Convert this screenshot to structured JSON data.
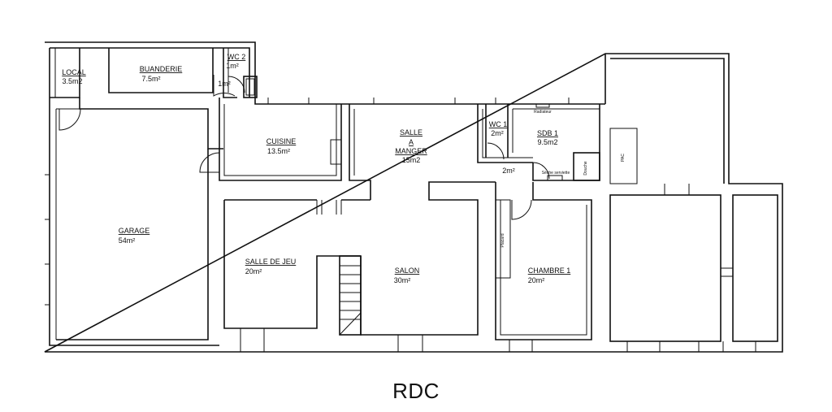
{
  "title": "RDC",
  "rooms": {
    "local": {
      "name": "LOCAL",
      "area": "3.5m2"
    },
    "buanderie": {
      "name": "BUANDERIE",
      "area": "7.5m²"
    },
    "wc2": {
      "name": "WC 2",
      "area": "1m²"
    },
    "passage1": {
      "area": "1m²"
    },
    "cuisine": {
      "name": "CUISINE",
      "area": "13.5m²"
    },
    "salle_a_manger": {
      "name1": "SALLE",
      "name2": "A",
      "name3": "MANGER",
      "area": "15m2"
    },
    "wc1": {
      "name": "WC 1",
      "area": "2m²"
    },
    "sdb1": {
      "name": "SDB 1",
      "area": "9.5m2"
    },
    "passage2": {
      "area": "2m²"
    },
    "garage": {
      "name": "GARAGE",
      "area": "54m²"
    },
    "salle_de_jeu": {
      "name": "SALLE DE JEU",
      "area": "20m²"
    },
    "salon": {
      "name": "SALON",
      "area": "30m²"
    },
    "chambre1": {
      "name": "CHAMBRE 1",
      "area": "20m²"
    }
  },
  "fixtures": {
    "radiateur": "Radiateur",
    "douche": "Douche",
    "seche_serviette": "Sèche serviette",
    "placard": "Placard",
    "pac": "PAC"
  }
}
